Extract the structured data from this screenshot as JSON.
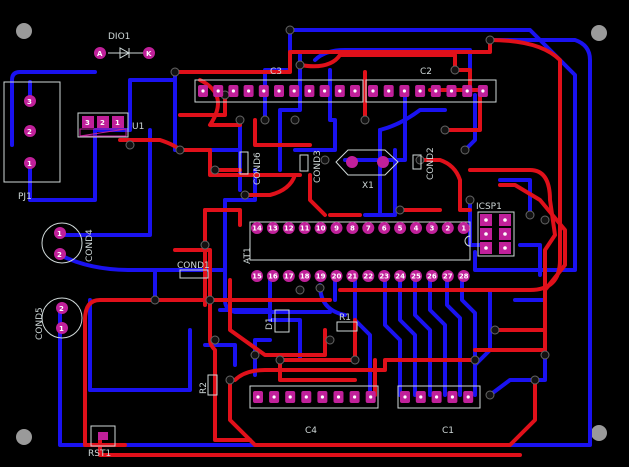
{
  "board": {
    "background": "#000000",
    "colors": {
      "top_trace": "#e0101a",
      "bottom_trace": "#1a12f0",
      "pad": "#c0209a",
      "silk": "#cfd8d8"
    }
  },
  "labels": {
    "dio1": "DIO1",
    "dio1_a": "A",
    "dio1_k": "K",
    "u1": "U1",
    "u1_pins": [
      "3",
      "2",
      "1"
    ],
    "pj1": "PJ1",
    "pj1_pins": [
      "3",
      "2",
      "1"
    ],
    "c3": "C3",
    "c2": "C2",
    "cond6": "COND6",
    "cond3": "COND3",
    "cond2": "COND2",
    "x1": "X1",
    "icsp1": "ICSP1",
    "at1": "AT1",
    "cond4": "COND4",
    "cond4_pins": [
      "1",
      "2"
    ],
    "cond5": "COND5",
    "cond5_pins": [
      "2",
      "1"
    ],
    "cond1": "COND1",
    "d1": "D1",
    "r1": "R1",
    "r2": "R2",
    "c4": "C4",
    "c1": "C1",
    "rst1": "RST1",
    "at1_top_pins": [
      "14",
      "13",
      "12",
      "11",
      "10",
      "9",
      "8",
      "7",
      "6",
      "5",
      "4",
      "3",
      "2",
      "1"
    ],
    "at1_bottom_pins": [
      "15",
      "16",
      "17",
      "18",
      "19",
      "20",
      "21",
      "22",
      "23",
      "24",
      "25",
      "26",
      "27",
      "28"
    ]
  }
}
